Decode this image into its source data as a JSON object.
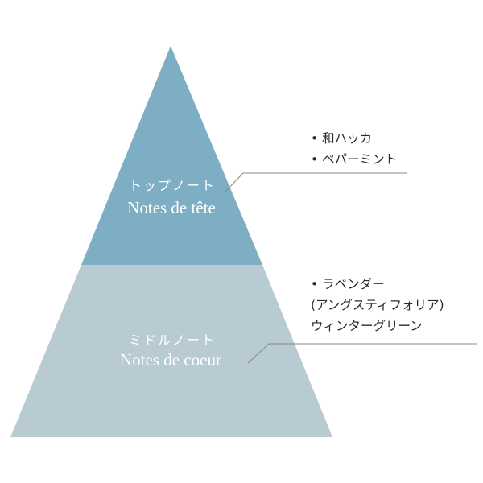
{
  "pyramid": {
    "colors": {
      "top_tier": "#7eaec4",
      "middle_tier": "#b8cad2",
      "leader_line": "#888888",
      "text": "#2a2a2a"
    },
    "top": {
      "title_jp": "トップノート",
      "title_fr": "Notes de tête",
      "items": [
        {
          "text": "和ハッカ",
          "bullet": true
        },
        {
          "text": "ペパーミント",
          "bullet": true
        }
      ]
    },
    "middle": {
      "title_jp": "ミドルノート",
      "title_fr": "Notes de coeur",
      "items": [
        {
          "text": "ラベンダー",
          "bullet": true
        },
        {
          "text": "(アングスティフォリア)",
          "bullet": false
        },
        {
          "text": "ウィンターグリーン",
          "bullet": false
        }
      ]
    }
  }
}
